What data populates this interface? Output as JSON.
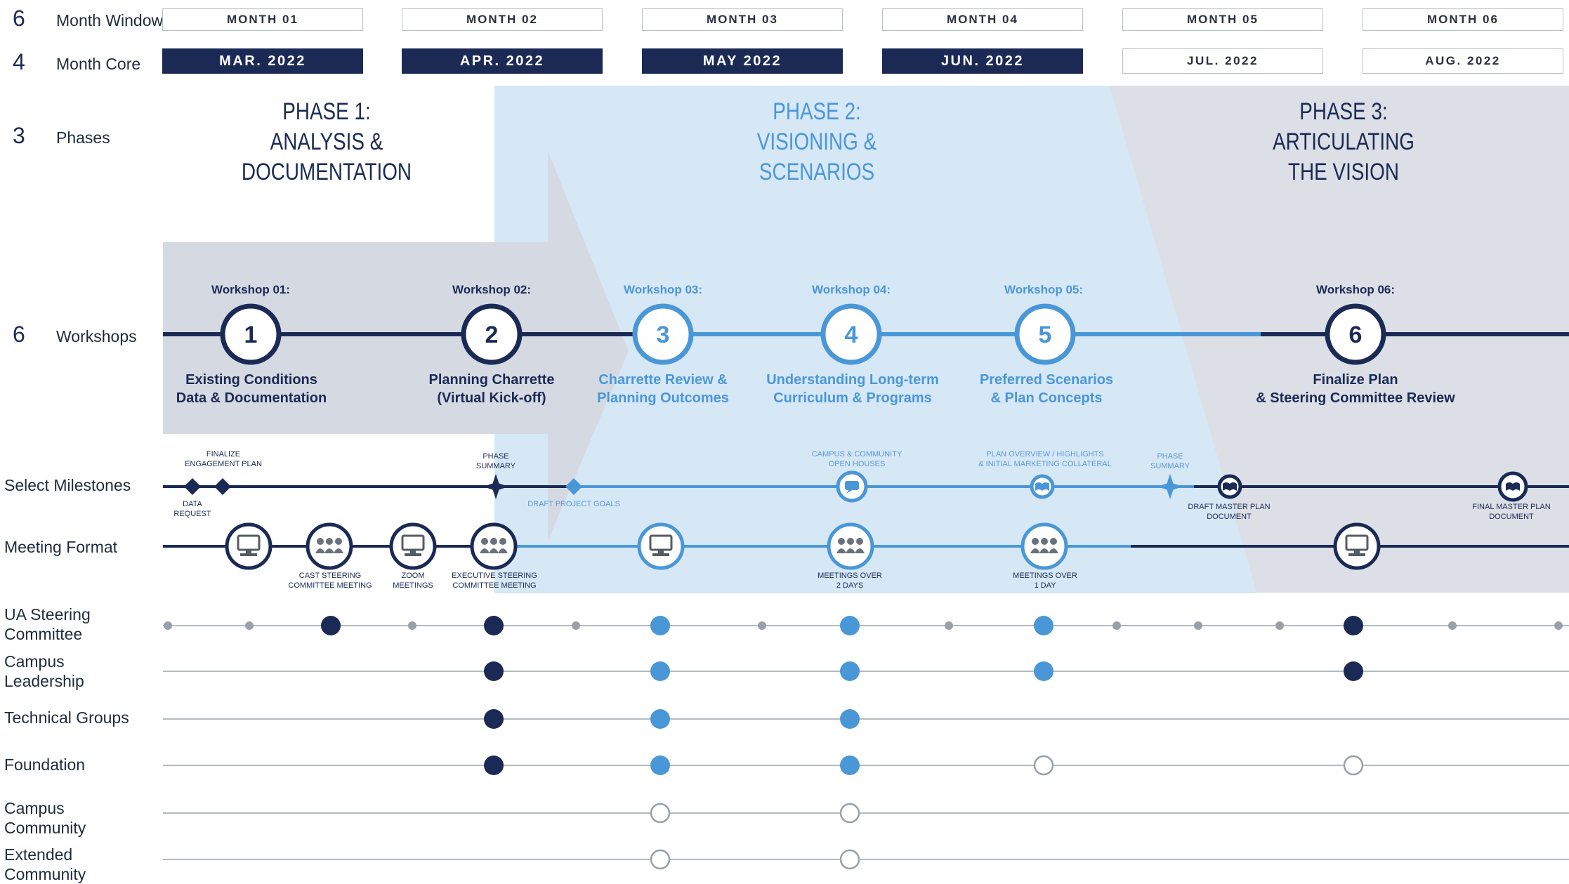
{
  "rows": {
    "month_window": {
      "number": "6",
      "label": "Month Window"
    },
    "month_core": {
      "number": "4",
      "label": "Month Core"
    },
    "phases": {
      "number": "3",
      "label": "Phases"
    },
    "workshops": {
      "number": "6",
      "label": "Workshops"
    },
    "milestones": {
      "label": "Select Milestones"
    },
    "meeting_format": {
      "label": "Meeting Format"
    }
  },
  "months": [
    "MONTH 01",
    "MONTH 02",
    "MONTH 03",
    "MONTH 04",
    "MONTH 05",
    "MONTH 06"
  ],
  "core_months": [
    {
      "label": "MAR. 2022",
      "core": true
    },
    {
      "label": "APR. 2022",
      "core": true
    },
    {
      "label": "MAY 2022",
      "core": true
    },
    {
      "label": "JUN. 2022",
      "core": true
    },
    {
      "label": "JUL. 2022",
      "core": false
    },
    {
      "label": "AUG. 2022",
      "core": false
    }
  ],
  "phases": [
    {
      "lines": [
        "PHASE 1:",
        "ANALYSIS &",
        "DOCUMENTATION"
      ]
    },
    {
      "lines": [
        "PHASE 2:",
        "VISIONING &",
        "SCENARIOS"
      ]
    },
    {
      "lines": [
        "PHASE 3:",
        "ARTICULATING",
        "THE VISION"
      ]
    }
  ],
  "workshops": [
    {
      "number": "1",
      "heading": "Workshop 01:",
      "desc": [
        "Existing Conditions",
        "Data & Documentation"
      ],
      "style": "dark"
    },
    {
      "number": "2",
      "heading": "Workshop 02:",
      "desc": [
        "Planning Charrette",
        "(Virtual Kick-off)"
      ],
      "style": "dark"
    },
    {
      "number": "3",
      "heading": "Workshop 03:",
      "desc": [
        "Charrette Review &",
        "Planning Outcomes"
      ],
      "style": "light"
    },
    {
      "number": "4",
      "heading": "Workshop 04:",
      "desc": [
        "Understanding Long-term",
        "Curriculum & Programs"
      ],
      "style": "light"
    },
    {
      "number": "5",
      "heading": "Workshop 05:",
      "desc": [
        "Preferred Scenarios",
        "& Plan Concepts"
      ],
      "style": "light"
    },
    {
      "number": "6",
      "heading": "Workshop 06:",
      "desc": [
        "Finalize Plan",
        "& Steering Committee Review"
      ],
      "style": "dark"
    }
  ],
  "milestones": [
    {
      "label": [
        "DATA",
        "REQUEST"
      ],
      "marker": "diamond",
      "style": "dark"
    },
    {
      "label": [
        "FINALIZE",
        "ENGAGEMENT PLAN"
      ],
      "marker": "diamond",
      "style": "dark"
    },
    {
      "label": [
        "PHASE",
        "SUMMARY"
      ],
      "marker": "star",
      "style": "dark"
    },
    {
      "label": [
        "DRAFT PROJECT GOALS"
      ],
      "marker": "diamond",
      "style": "light"
    },
    {
      "label": [
        "CAMPUS & COMMUNITY",
        "OPEN HOUSES"
      ],
      "marker": "chat",
      "style": "light"
    },
    {
      "label": [
        "PLAN OVERVIEW / HIGHLIGHTS",
        "& INITIAL MARKETING COLLATERAL"
      ],
      "marker": "book",
      "style": "light"
    },
    {
      "label": [
        "PHASE",
        "SUMMARY"
      ],
      "marker": "star",
      "style": "light"
    },
    {
      "label": [
        "DRAFT MASTER PLAN",
        "DOCUMENT"
      ],
      "marker": "book",
      "style": "dark"
    },
    {
      "label": [
        "FINAL MASTER PLAN",
        "DOCUMENT"
      ],
      "marker": "book",
      "style": "dark"
    }
  ],
  "meetings": [
    {
      "type": "computer",
      "style": "dark",
      "label": []
    },
    {
      "type": "people",
      "style": "dark",
      "label": [
        "CAST STEERING",
        "COMMITTEE MEETING"
      ]
    },
    {
      "type": "computer",
      "style": "dark",
      "label": [
        "ZOOM",
        "MEETINGS"
      ]
    },
    {
      "type": "people",
      "style": "dark",
      "label": [
        "EXECUTIVE STEERING",
        "COMMITTEE MEETING"
      ]
    },
    {
      "type": "computer",
      "style": "light",
      "label": []
    },
    {
      "type": "people",
      "style": "light",
      "label": [
        "MEETINGS OVER",
        "2 DAYS"
      ]
    },
    {
      "type": "people",
      "style": "light",
      "label": [
        "MEETINGS OVER",
        "1 DAY"
      ]
    },
    {
      "type": "computer",
      "style": "dark",
      "label": []
    }
  ],
  "stakeholders": [
    {
      "name": [
        "UA Steering",
        "Committee"
      ],
      "dots": [
        {
          "x": 1,
          "t": "small"
        },
        {
          "x": 2,
          "t": "small"
        },
        {
          "x": 3,
          "t": "dark"
        },
        {
          "x": 4,
          "t": "small"
        },
        {
          "x": 5,
          "t": "dark"
        },
        {
          "x": 6,
          "t": "small"
        },
        {
          "x": 7,
          "t": "light"
        },
        {
          "x": 8,
          "t": "small"
        },
        {
          "x": 9,
          "t": "light"
        },
        {
          "x": 10,
          "t": "small"
        },
        {
          "x": 11,
          "t": "light"
        },
        {
          "x": 12,
          "t": "small"
        },
        {
          "x": 13,
          "t": "small"
        },
        {
          "x": 14,
          "t": "small"
        },
        {
          "x": 15,
          "t": "dark"
        },
        {
          "x": 16,
          "t": "small"
        },
        {
          "x": 17,
          "t": "small"
        }
      ]
    },
    {
      "name": [
        "Campus",
        "Leadership"
      ],
      "dots": [
        {
          "x": 5,
          "t": "dark"
        },
        {
          "x": 7,
          "t": "light"
        },
        {
          "x": 9,
          "t": "light"
        },
        {
          "x": 11,
          "t": "light"
        },
        {
          "x": 15,
          "t": "dark"
        }
      ]
    },
    {
      "name": [
        "Technical Groups"
      ],
      "dots": [
        {
          "x": 5,
          "t": "dark"
        },
        {
          "x": 7,
          "t": "light"
        },
        {
          "x": 9,
          "t": "light"
        }
      ]
    },
    {
      "name": [
        "Foundation"
      ],
      "dots": [
        {
          "x": 5,
          "t": "dark"
        },
        {
          "x": 7,
          "t": "light"
        },
        {
          "x": 9,
          "t": "light"
        },
        {
          "x": 11,
          "t": "open"
        },
        {
          "x": 15,
          "t": "open"
        }
      ]
    },
    {
      "name": [
        "Campus",
        "Community"
      ],
      "dots": [
        {
          "x": 7,
          "t": "open"
        },
        {
          "x": 9,
          "t": "open"
        }
      ]
    },
    {
      "name": [
        "Extended",
        "Community"
      ],
      "dots": [
        {
          "x": 7,
          "t": "open"
        },
        {
          "x": 9,
          "t": "open"
        }
      ]
    }
  ],
  "colors": {
    "dark": "#1b2a55",
    "light": "#4a97d8",
    "grey": "#b3b9c4",
    "phase1": "#d5d9e2",
    "phase2": "#d6e7f6",
    "phase3": "#dcdfe6"
  }
}
